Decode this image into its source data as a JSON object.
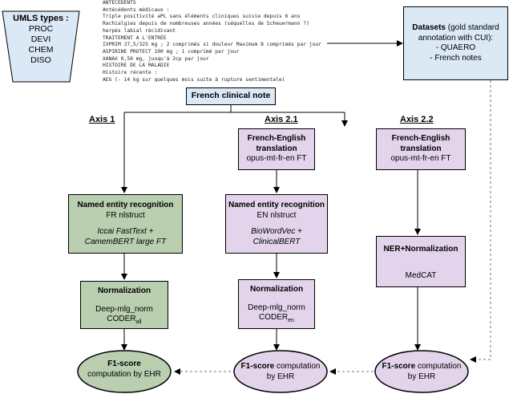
{
  "clinical_note_lines": [
    "ANTECEDENTS",
    "Antécédents médicaux :",
    "Triple positivité aPL sans éléments cliniques suivie depuis 6 ans",
    "Rachialgies depuis de nombreuses années (séquelles de Scheuermann ?)",
    "herpès labial récidivant",
    "TRAITEMENT A L'ENTRÉE",
    "IXPRIM 37,5/325 mg ; 2 comprimés si douleur Maximum 8 comprimés par jour",
    "ASPIRINE PROTECT 100 mg ; 1 comprimé par jour",
    "XANAX 0,50 mg, jusqu'à 2cp par jour",
    "HISTOIRE DE LA MALADIE",
    "Histoire récente :",
    "AEG (- 14 kg sur quelques mois suite à rupture sentimentale)"
  ],
  "umls": {
    "title": "UMLS types :",
    "types": [
      "PROC",
      "DEVI",
      "CHEM",
      "DISO"
    ]
  },
  "datasets": {
    "title": "Datasets",
    "title_rest": " (gold standard annotation with CUI):",
    "items": [
      "- QUAERO",
      "- French notes"
    ]
  },
  "french_note_label": "French clinical note",
  "axes": {
    "axis1": "Axis 1",
    "axis21": "Axis 2.1",
    "axis22": "Axis 2.2"
  },
  "translation": {
    "title": "French-English translation",
    "model": "opus-mt-fr-en FT"
  },
  "col1": {
    "ner_title": "Named entity recognition",
    "ner_model": "FR nlstruct",
    "ner_embeddings": "Iccai FastText + CamemBERT large FT",
    "norm_title": "Normalization",
    "norm_model": "Deep-mlg_norm",
    "norm_coder": "CODER",
    "norm_coder_sub": "all"
  },
  "col2": {
    "ner_title": "Named entity recognition",
    "ner_model": "EN nlstruct",
    "ner_embeddings": "BioWordVec + ClinicalBERT",
    "norm_title": "Normalization",
    "norm_model": "Deep-mlg_norm",
    "norm_coder": "CODER",
    "norm_coder_sub": "en"
  },
  "col3": {
    "nernorm_title": "NER+Normalization",
    "nernorm_model": "MedCAT"
  },
  "f1": {
    "title": "F1-score",
    "rest_line1": " computation",
    "line2": "by EHR",
    "col1_line1_rest": "",
    "col1_line2": "computation by EHR"
  },
  "colors": {
    "green": "#b9cfb0",
    "purple": "#e3d4ec",
    "blue": "#dbe8f6"
  }
}
